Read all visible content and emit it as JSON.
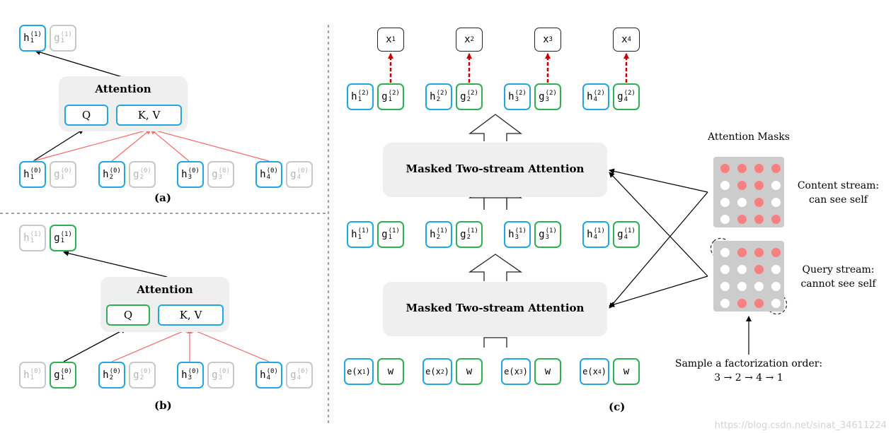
{
  "panel_a": {
    "caption": "(a)",
    "attention_title": "Attention",
    "q_label": "Q",
    "kv_label": "K, V",
    "output": [
      {
        "base": "h",
        "sub": "1",
        "sup": "(1)",
        "stream": "content",
        "faded": false
      },
      {
        "base": "g",
        "sub": "1",
        "sup": "(1)",
        "stream": "query",
        "faded": true
      }
    ],
    "inputs": [
      {
        "base": "h",
        "sub": "1",
        "sup": "(0)",
        "faded": false
      },
      {
        "base": "g",
        "sub": "1",
        "sup": "(0)",
        "faded": true
      },
      {
        "base": "h",
        "sub": "2",
        "sup": "(0)",
        "faded": false
      },
      {
        "base": "g",
        "sub": "2",
        "sup": "(0)",
        "faded": true
      },
      {
        "base": "h",
        "sub": "3",
        "sup": "(0)",
        "faded": false
      },
      {
        "base": "g",
        "sub": "3",
        "sup": "(0)",
        "faded": true
      },
      {
        "base": "h",
        "sub": "4",
        "sup": "(0)",
        "faded": false
      },
      {
        "base": "g",
        "sub": "4",
        "sup": "(0)",
        "faded": true
      }
    ]
  },
  "panel_b": {
    "caption": "(b)",
    "attention_title": "Attention",
    "q_label": "Q",
    "kv_label": "K, V",
    "output": [
      {
        "base": "h",
        "sub": "1",
        "sup": "(1)",
        "faded": true
      },
      {
        "base": "g",
        "sub": "1",
        "sup": "(1)",
        "faded": false
      }
    ],
    "inputs": [
      {
        "base": "h",
        "sub": "1",
        "sup": "(0)",
        "faded": true
      },
      {
        "base": "g",
        "sub": "1",
        "sup": "(0)",
        "faded": false
      },
      {
        "base": "h",
        "sub": "2",
        "sup": "(0)",
        "faded": false
      },
      {
        "base": "g",
        "sub": "2",
        "sup": "(0)",
        "faded": true
      },
      {
        "base": "h",
        "sub": "3",
        "sup": "(0)",
        "faded": false
      },
      {
        "base": "g",
        "sub": "3",
        "sup": "(0)",
        "faded": true
      },
      {
        "base": "h",
        "sub": "4",
        "sup": "(0)",
        "faded": false
      },
      {
        "base": "g",
        "sub": "4",
        "sup": "(0)",
        "faded": true
      }
    ]
  },
  "panel_c": {
    "caption": "(c)",
    "outputs": [
      "x",
      "x",
      "x",
      "x"
    ],
    "output_subs": [
      "1",
      "2",
      "3",
      "4"
    ],
    "layer2": [
      "(2)",
      "(2)",
      "(2)",
      "(2)"
    ],
    "layer1": [
      "(1)",
      "(1)",
      "(1)",
      "(1)"
    ],
    "attention_upper": "Masked Two-stream Attention",
    "attention_lower": "Masked Two-stream Attention",
    "embeddings": [
      "e(x",
      "e(x",
      "e(x",
      "e(x"
    ],
    "embedding_suffix": ")",
    "w_label": "w",
    "masks_title": "Attention Masks",
    "content_stream_line1": "Content stream:",
    "content_stream_line2": "can see self",
    "query_stream_line1": "Query stream:",
    "query_stream_line2": "cannot see self",
    "sample_line1": "Sample a factorization order:",
    "sample_line2": "3 → 2 → 4 → 1",
    "content_mask": [
      [
        1,
        1,
        1,
        1
      ],
      [
        0,
        1,
        1,
        0
      ],
      [
        0,
        0,
        1,
        0
      ],
      [
        0,
        1,
        1,
        1
      ]
    ],
    "query_mask": [
      [
        0,
        1,
        1,
        1
      ],
      [
        0,
        0,
        1,
        0
      ],
      [
        0,
        0,
        0,
        0
      ],
      [
        0,
        1,
        1,
        0
      ]
    ]
  },
  "watermark": "https://blog.csdn.net/sinat_34611224",
  "colors": {
    "content": "#20a7e0",
    "query": "#2eaf52",
    "faded": "#c8c8c8",
    "attention_edge": "#f26b6b",
    "mask_on": "#f98080",
    "dashed_arrow": "#c00000"
  }
}
